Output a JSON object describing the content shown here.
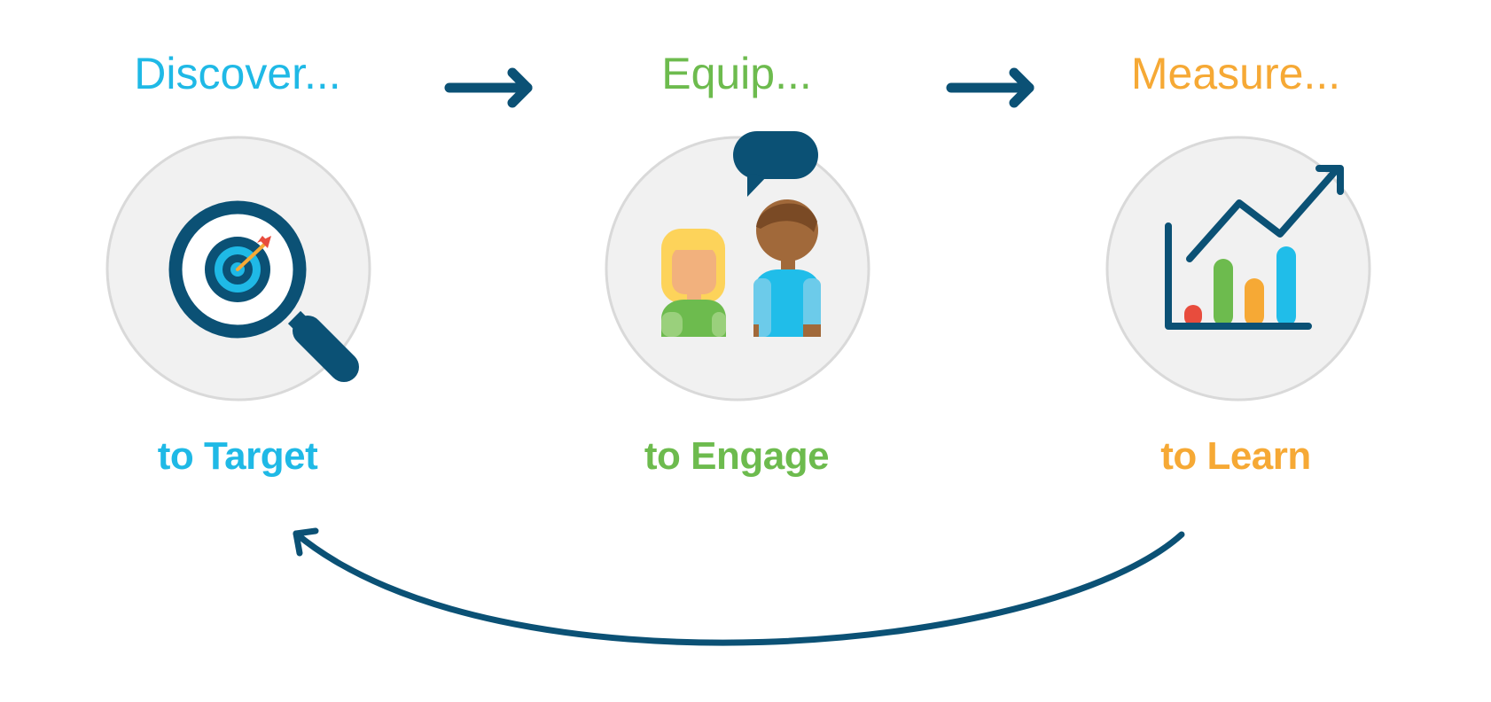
{
  "colors": {
    "discover": "#1fb9e6",
    "equip": "#6dbb4e",
    "measure": "#f6a935",
    "navy": "#0b5175",
    "circle_fill": "#f1f1f1",
    "circle_stroke": "#d9d9d9"
  },
  "steps": [
    {
      "heading": "Discover...",
      "caption": "to Target",
      "icon": "magnifier-target-icon"
    },
    {
      "heading": "Equip...",
      "caption": "to Engage",
      "icon": "people-chat-icon"
    },
    {
      "heading": "Measure...",
      "caption": "to Learn",
      "icon": "bar-chart-growth-icon"
    }
  ]
}
